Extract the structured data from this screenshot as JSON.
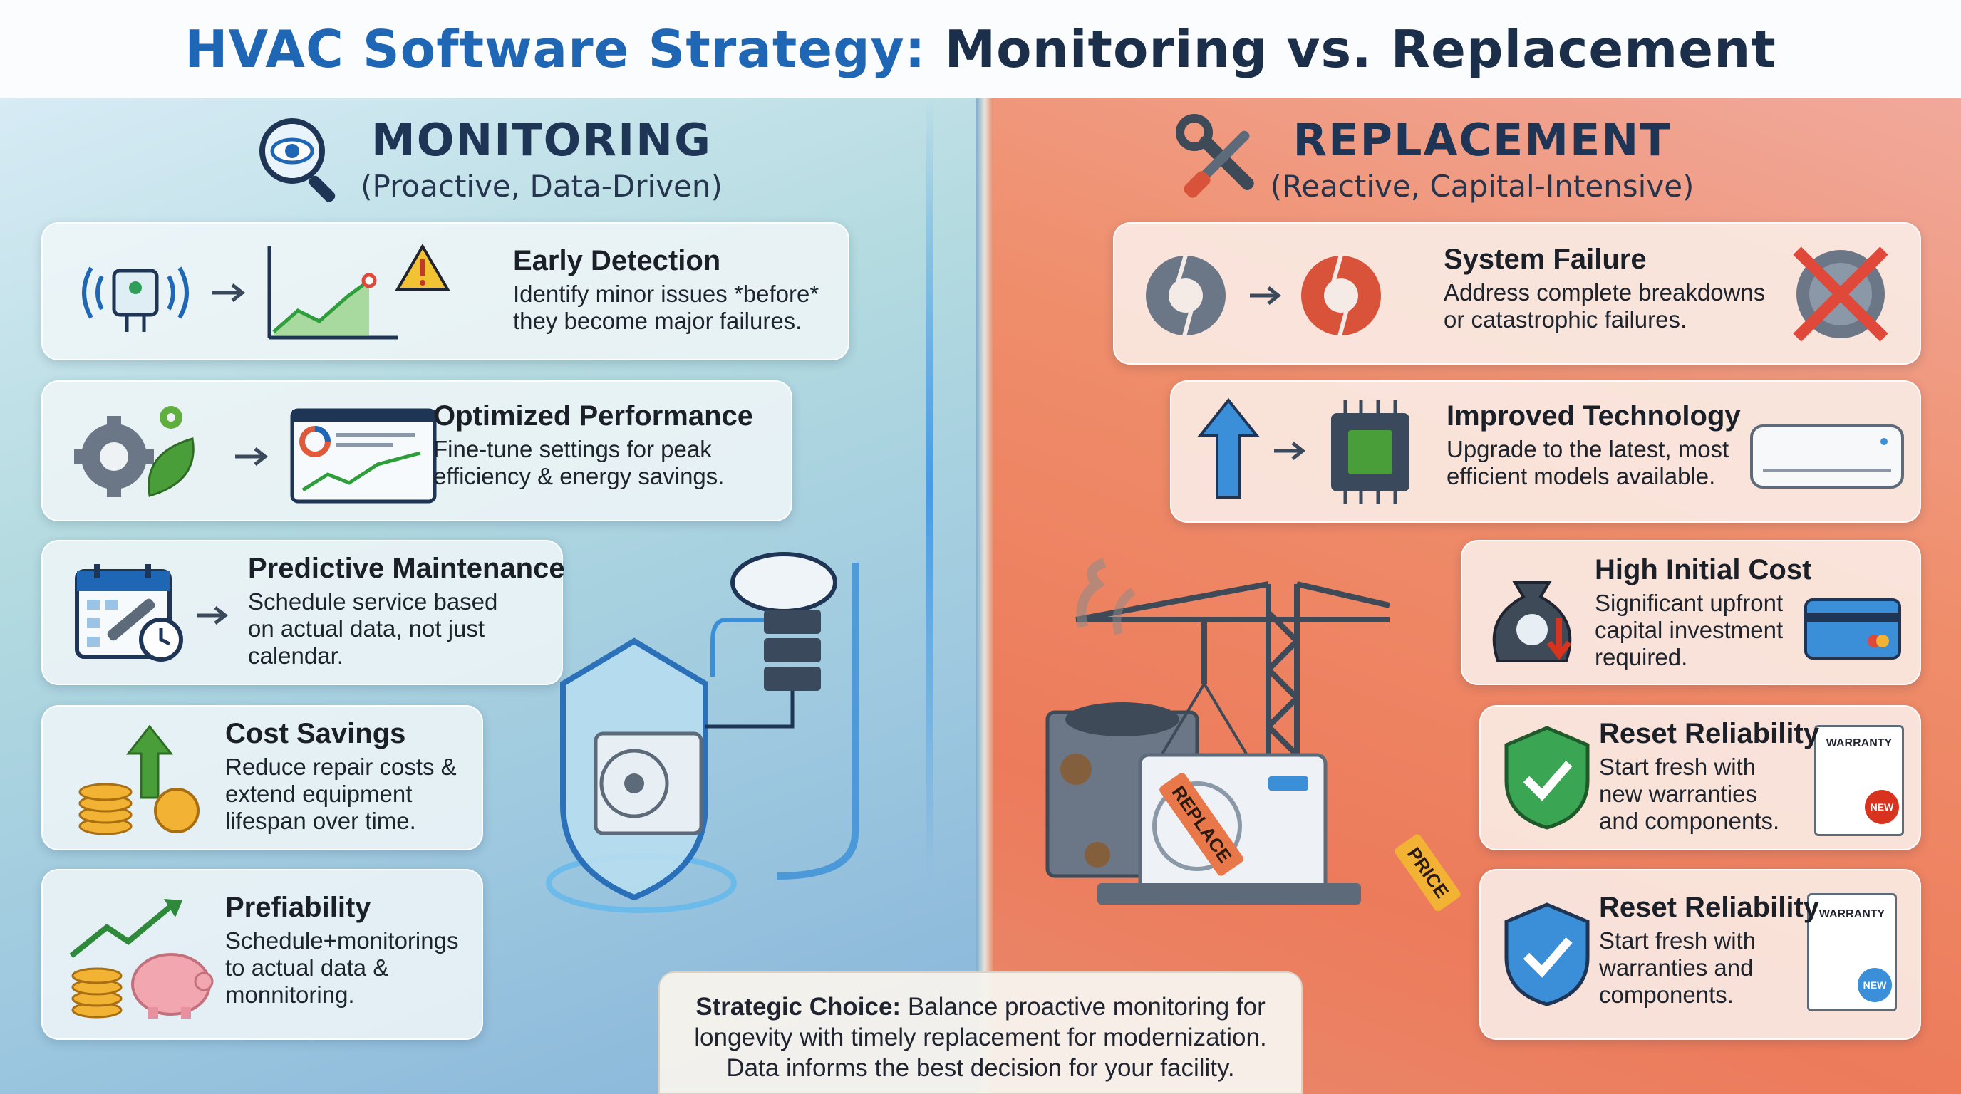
{
  "title": {
    "part1": "HVAC Software Strategy:",
    "part2": "Monitoring vs. Replacement"
  },
  "monitoring": {
    "title": "MONITORING",
    "subtitle": "(Proactive, Data-Driven)",
    "icon": "magnifier-eye-icon",
    "cards": [
      {
        "title": "Early Detection",
        "desc": "Identify minor issues *before*\nthey become major failures.",
        "icon": "sensor-chart-alert-icon"
      },
      {
        "title": "Optimized Performance",
        "desc": "Fine-tune settings for peak\nefficiency & energy savings.",
        "icon": "gear-leaf-dashboard-icon"
      },
      {
        "title": "Predictive Maintenance",
        "desc": "Schedule service based\non actual data, not just\ncalendar.",
        "icon": "calendar-wrench-clock-icon"
      },
      {
        "title": "Cost Savings",
        "desc": "Reduce repair costs &\nextend equipment\nlifespan over time.",
        "icon": "coins-arrow-icon"
      },
      {
        "title": "Prefiability",
        "desc": "Schedule+monitorings\nto actual data &\nmonnitoring.",
        "icon": "coins-piggybank-icon"
      }
    ]
  },
  "replacement": {
    "title": "REPLACEMENT",
    "subtitle": "(Reactive, Capital-Intensive)",
    "icon": "wrench-screwdriver-icon",
    "cards": [
      {
        "title": "System Failure",
        "desc": "Address complete breakdowns\nor catastrophic failures.",
        "icon": "broken-gear-fan-icon"
      },
      {
        "title": "Improved Technology",
        "desc": "Upgrade to the latest, most\nefficient models available.",
        "icon": "arrow-chip-ac-icon"
      },
      {
        "title": "High Initial Cost",
        "desc": "Significant upfront\ncapital investment\nrequired.",
        "icon": "moneybag-card-icon"
      },
      {
        "title": "Reset Reliability",
        "desc": "Start fresh with\nnew warranties\nand components.",
        "icon": "shield-warranty-icon",
        "badge": "WARRANTY",
        "seal": "NEW"
      },
      {
        "title": "Reset Reliability",
        "desc": "Start fresh with\nwarranties and\ncomponents.",
        "icon": "shield-warranty-icon",
        "badge": "WARRANTY",
        "seal": "NEW"
      }
    ]
  },
  "illustration": {
    "tag_replace": "REPLACE",
    "tag_price": "PRICE"
  },
  "strategy": {
    "label": "Strategic Choice:",
    "text1": " Balance proactive monitoring for",
    "text2": "longevity with timely replacement for modernization.",
    "text3": "Data informs the best decision for your facility."
  },
  "colors": {
    "blue": "#1f67b5",
    "navy": "#1b2f4a",
    "monitoring_bg": "#9cc7df",
    "replacement_bg": "#ec7b5b"
  }
}
